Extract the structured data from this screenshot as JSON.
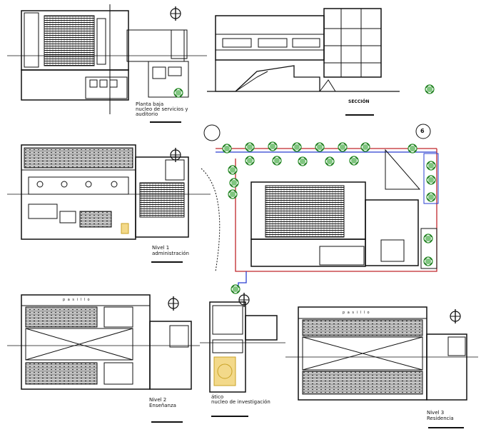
{
  "drawings": {
    "ground_floor": {
      "line1": "Planta baja",
      "line2": "nucleo de servicios y",
      "line3": "auditorio"
    },
    "section": {
      "title": "SECCIÓN"
    },
    "level1": {
      "line1": "Nivel 1",
      "line2": "administración"
    },
    "site_plan": {
      "marker": "6"
    },
    "level2": {
      "line1": "Nivel 2",
      "line2": "Enseñanza",
      "corridor": "p a s i l l o"
    },
    "attic": {
      "line1": "ático",
      "line2": "nucleo de investigación"
    },
    "level3": {
      "line1": "Nivel 3",
      "line2": "Residencia",
      "corridor": "p a s i l l o"
    }
  },
  "colors": {
    "ink": "#111111",
    "tree_green": "#1f8a1f",
    "site_red": "#c0262b",
    "site_blue": "#2a3fd1",
    "hatch_yellow": "#c9a227"
  }
}
